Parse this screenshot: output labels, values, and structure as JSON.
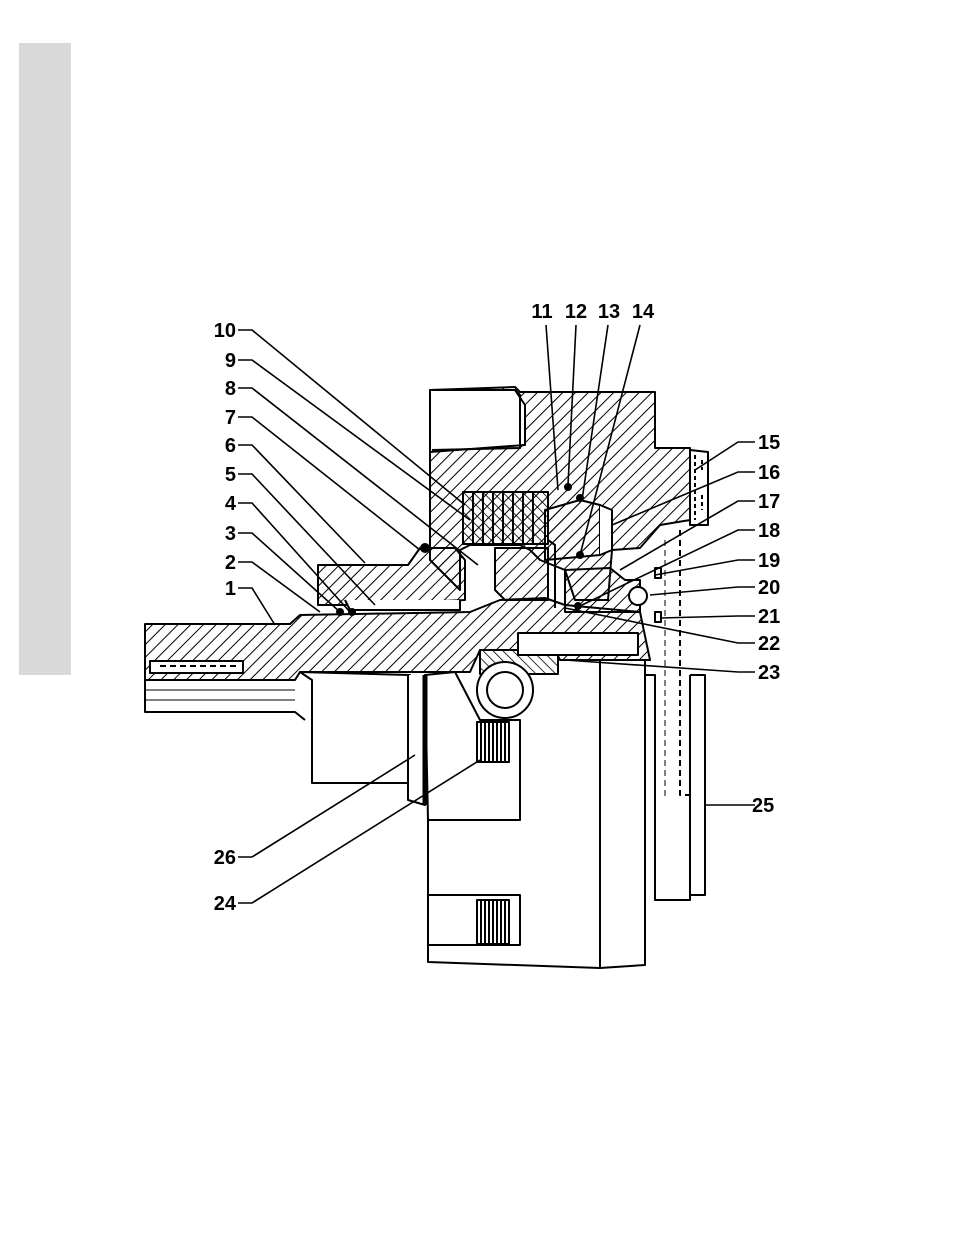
{
  "page_tab_color": "#d9d9d9",
  "diagram": {
    "callouts_left": [
      "10",
      "9",
      "8",
      "7",
      "6",
      "5",
      "4",
      "3",
      "2",
      "1"
    ],
    "callouts_top": [
      "11",
      "12",
      "13",
      "14"
    ],
    "callouts_right": [
      "15",
      "16",
      "17",
      "18",
      "19",
      "20",
      "21",
      "22",
      "23",
      "25"
    ],
    "callouts_bottom": [
      "26",
      "24"
    ]
  }
}
